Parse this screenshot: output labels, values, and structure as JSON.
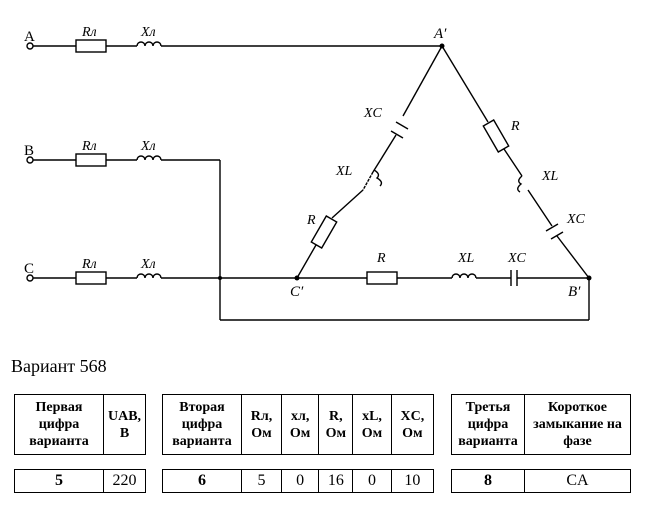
{
  "labels": {
    "rl": "Rл",
    "xl": "Xл",
    "xc": "XC",
    "xL": "XL",
    "r": "R"
  },
  "terminals": [
    "A",
    "B",
    "C"
  ],
  "nodes": {
    "a": "A′",
    "b": "B′",
    "c": "C′"
  },
  "variant_title": "Вариант 568",
  "table1": {
    "headers": [
      "Первая цифра варианта",
      "UAB, В"
    ],
    "values": [
      "5",
      "220"
    ]
  },
  "table2": {
    "headers": [
      "Вторая цифра варианта",
      "Rл, Ом",
      "xл, Ом",
      "R, Ом",
      "xL, Ом",
      "XC, Ом"
    ],
    "values": [
      "6",
      "5",
      "0",
      "16",
      "0",
      "10"
    ]
  },
  "table3": {
    "headers": [
      "Третья цифра варианта",
      "Короткое замыкание на фазе"
    ],
    "values": [
      "8",
      "CA"
    ]
  }
}
